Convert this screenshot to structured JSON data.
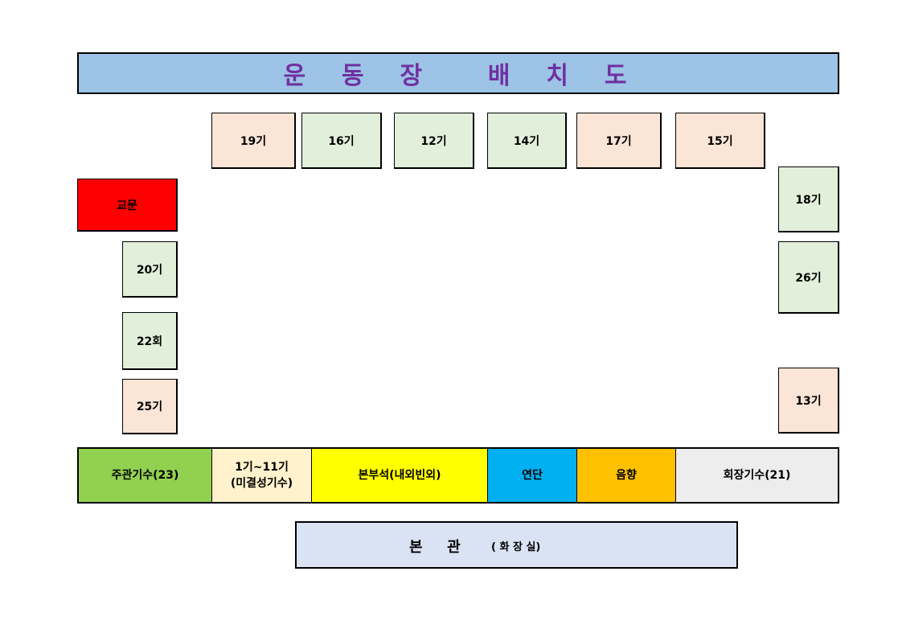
{
  "title": "운  동  장    배  치  도",
  "top_row": [
    "19기",
    "16기",
    "12기",
    "14기",
    "17기",
    "15기"
  ],
  "left_column": {
    "gate": "교문",
    "items": [
      "20기",
      "22회",
      "25기"
    ]
  },
  "right_column": [
    "18기",
    "26기",
    "13기"
  ],
  "bottom_bar": {
    "host": "주관기수(23)",
    "unorganized_line1": "1기~11기",
    "unorganized_line2": "(미결성기수)",
    "headquarters": "본부석(내외빈외)",
    "stage": "연단",
    "sound": "음향",
    "chair": "회장기수(21)"
  },
  "main_building": {
    "name": "본  관",
    "note": "( 화 장 실)"
  },
  "colors": {
    "title_bg": "#9dc3e6",
    "title_text": "#7030a0",
    "peach": "#fbe5d6",
    "green": "#e2efda",
    "gate": "#ff0000",
    "host": "#92d050",
    "unorganized": "#fff2cc",
    "headquarters": "#ffff00",
    "stage": "#00b0f0",
    "sound": "#ffc000",
    "chair": "#ededed",
    "main_building": "#dae3f3"
  }
}
